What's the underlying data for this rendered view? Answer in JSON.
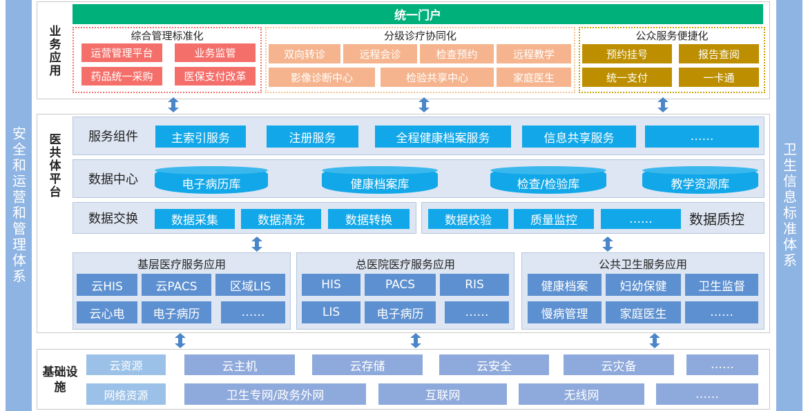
{
  "side_left": "安全和运营和管理体系",
  "side_right": "卫生信息标准体系",
  "business": {
    "label": "业务应用",
    "portal": "统一门户",
    "groups": [
      {
        "title": "综合管理标准化",
        "items": [
          "运营管理平台",
          "业务监管",
          "药品统一采购",
          "医保支付改革"
        ]
      },
      {
        "title": "分级诊疗协同化",
        "items": [
          "双向转诊",
          "远程会诊",
          "检查预约",
          "远程教学",
          "影像诊断中心",
          "检验共享中心",
          "家庭医生"
        ]
      },
      {
        "title": "公众服务便捷化",
        "items": [
          "预约挂号",
          "报告查阅",
          "统一支付",
          "一卡通"
        ]
      }
    ]
  },
  "platform": {
    "label": "医共体平台",
    "service": {
      "label": "服务组件",
      "items": [
        "主索引服务",
        "注册服务",
        "全程健康档案服务",
        "信息共享服务",
        "……"
      ]
    },
    "datacenter": {
      "label": "数据中心",
      "items": [
        "电子病历库",
        "健康档案库",
        "检查/检验库",
        "教学资源库"
      ]
    },
    "exchange": {
      "label": "数据交换",
      "items": [
        "数据采集",
        "数据清洗",
        "数据转换"
      ]
    },
    "quality": {
      "label": "数据质控",
      "items": [
        "数据校验",
        "质量监控",
        "……"
      ]
    },
    "apps": [
      {
        "title": "基层医疗服务应用",
        "items": [
          "云HIS",
          "云PACS",
          "区域LIS",
          "云心电",
          "电子病历",
          "……"
        ]
      },
      {
        "title": "总医院医疗服务应用",
        "items": [
          "HIS",
          "PACS",
          "RIS",
          "LIS",
          "电子病历",
          "……"
        ]
      },
      {
        "title": "公共卫生服务应用",
        "items": [
          "健康档案",
          "妇幼保健",
          "卫生监督",
          "慢病管理",
          "家庭医生",
          "……"
        ]
      }
    ]
  },
  "infra": {
    "label": "基础设施",
    "cloud": {
      "label": "云资源",
      "items": [
        "云主机",
        "云存储",
        "云安全",
        "云灾备",
        "……"
      ]
    },
    "network": {
      "label": "网络资源",
      "items": [
        "卫生专网/政务外网",
        "互联网",
        "无线网",
        "……"
      ]
    }
  },
  "colors": {
    "side": "#8eb4e3",
    "portal": "#00b07a",
    "red": "#f46f6a",
    "peach": "#f5b48e",
    "gold": "#bd8f00",
    "cyan": "#11a7e8",
    "app_box": "#5d90d0",
    "infra_box": "#8ea9db",
    "arrow": "#4a86c8"
  }
}
